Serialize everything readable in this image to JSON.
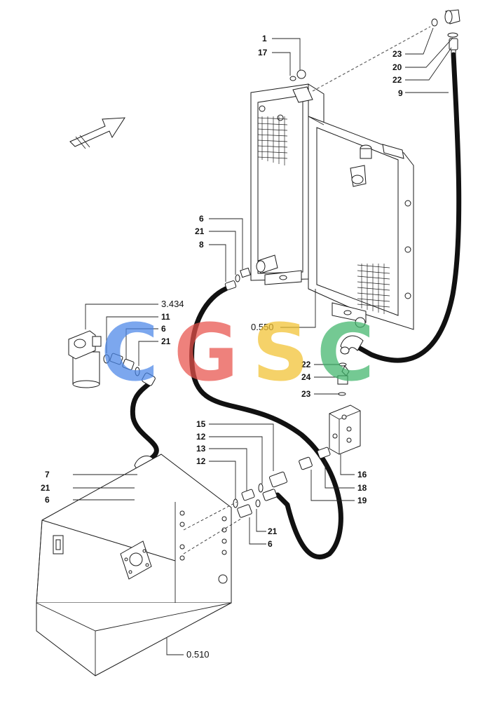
{
  "watermark": {
    "letters": [
      "C",
      "G",
      "S",
      "C"
    ],
    "colors": [
      "#4a86e8",
      "#e8514a",
      "#f2c230",
      "#3fb56a"
    ]
  },
  "callouts": [
    {
      "text": "1"
    },
    {
      "text": "17"
    },
    {
      "text": "23"
    },
    {
      "text": "20"
    },
    {
      "text": "22"
    },
    {
      "text": "9"
    },
    {
      "text": "6"
    },
    {
      "text": "21"
    },
    {
      "text": "8"
    },
    {
      "text": "3.434"
    },
    {
      "text": "11"
    },
    {
      "text": "6"
    },
    {
      "text": "21"
    },
    {
      "text": "0.550"
    },
    {
      "text": "22"
    },
    {
      "text": "24"
    },
    {
      "text": "23"
    },
    {
      "text": "15"
    },
    {
      "text": "12"
    },
    {
      "text": "13"
    },
    {
      "text": "12"
    },
    {
      "text": "16"
    },
    {
      "text": "18"
    },
    {
      "text": "19"
    },
    {
      "text": "7"
    },
    {
      "text": "21"
    },
    {
      "text": "6"
    },
    {
      "text": "21"
    },
    {
      "text": "6"
    },
    {
      "text": "0.510"
    }
  ]
}
